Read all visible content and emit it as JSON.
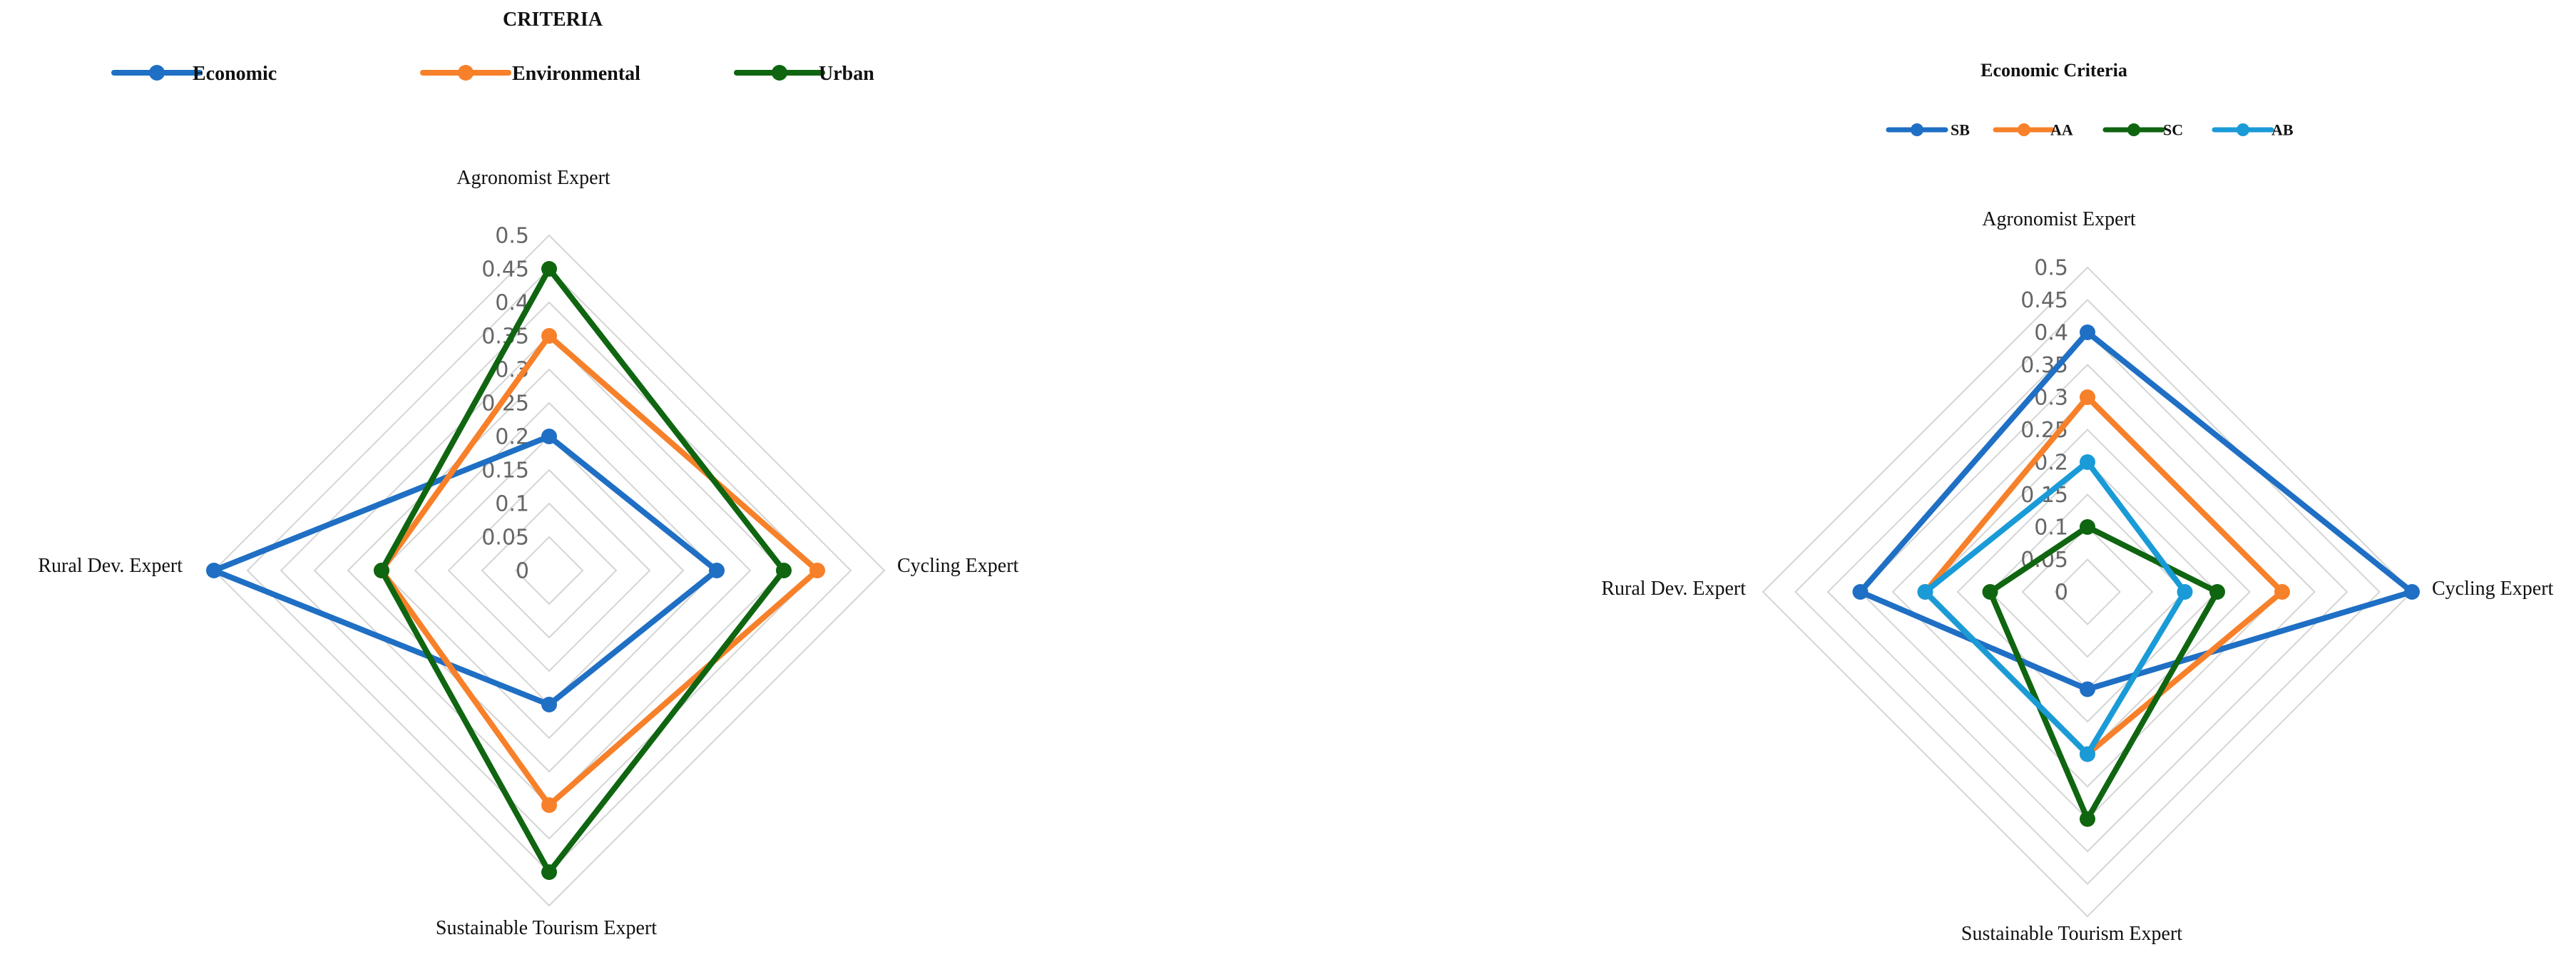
{
  "chart_data": [
    {
      "type": "radar",
      "title": "CRITERIA",
      "axes": [
        "Agronomist Expert",
        "Cycling Expert",
        "Sustainable Tourism Expert",
        "Rural Dev. Expert"
      ],
      "ticks": [
        "0",
        "0.05",
        "0.1",
        "0.15",
        "0.2",
        "0.25",
        "0.3",
        "0.35",
        "0.4",
        "0.45",
        "0.5"
      ],
      "rmax": 0.5,
      "legend": "top",
      "series": [
        {
          "name": "Economic",
          "color": "#1f6fc4",
          "values": [
            0.2,
            0.25,
            0.2,
            0.5
          ]
        },
        {
          "name": "Environmental",
          "color": "#f7802a",
          "values": [
            0.35,
            0.4,
            0.35,
            0.25
          ]
        },
        {
          "name": "Urban",
          "color": "#0f6510",
          "values": [
            0.45,
            0.35,
            0.45,
            0.25
          ]
        }
      ]
    },
    {
      "type": "radar",
      "title": "Economic Criteria",
      "axes": [
        "Agronomist Expert",
        "Cycling Expert",
        "Sustainable Tourism Expert",
        "Rural Dev. Expert"
      ],
      "ticks": [
        "0",
        "0.05",
        "0.1",
        "0.15",
        "0.2",
        "0.25",
        "0.3",
        "0.35",
        "0.4",
        "0.45",
        "0.5"
      ],
      "rmax": 0.5,
      "legend": "top",
      "series": [
        {
          "name": "SB",
          "color": "#1f6fc4",
          "values": [
            0.4,
            0.5,
            0.15,
            0.35
          ]
        },
        {
          "name": "AA",
          "color": "#f7802a",
          "values": [
            0.3,
            0.3,
            0.25,
            0.25
          ]
        },
        {
          "name": "SC",
          "color": "#0f6510",
          "values": [
            0.1,
            0.2,
            0.35,
            0.15
          ]
        },
        {
          "name": "AB",
          "color": "#1a9bd7",
          "values": [
            0.2,
            0.15,
            0.25,
            0.25
          ]
        }
      ]
    }
  ]
}
